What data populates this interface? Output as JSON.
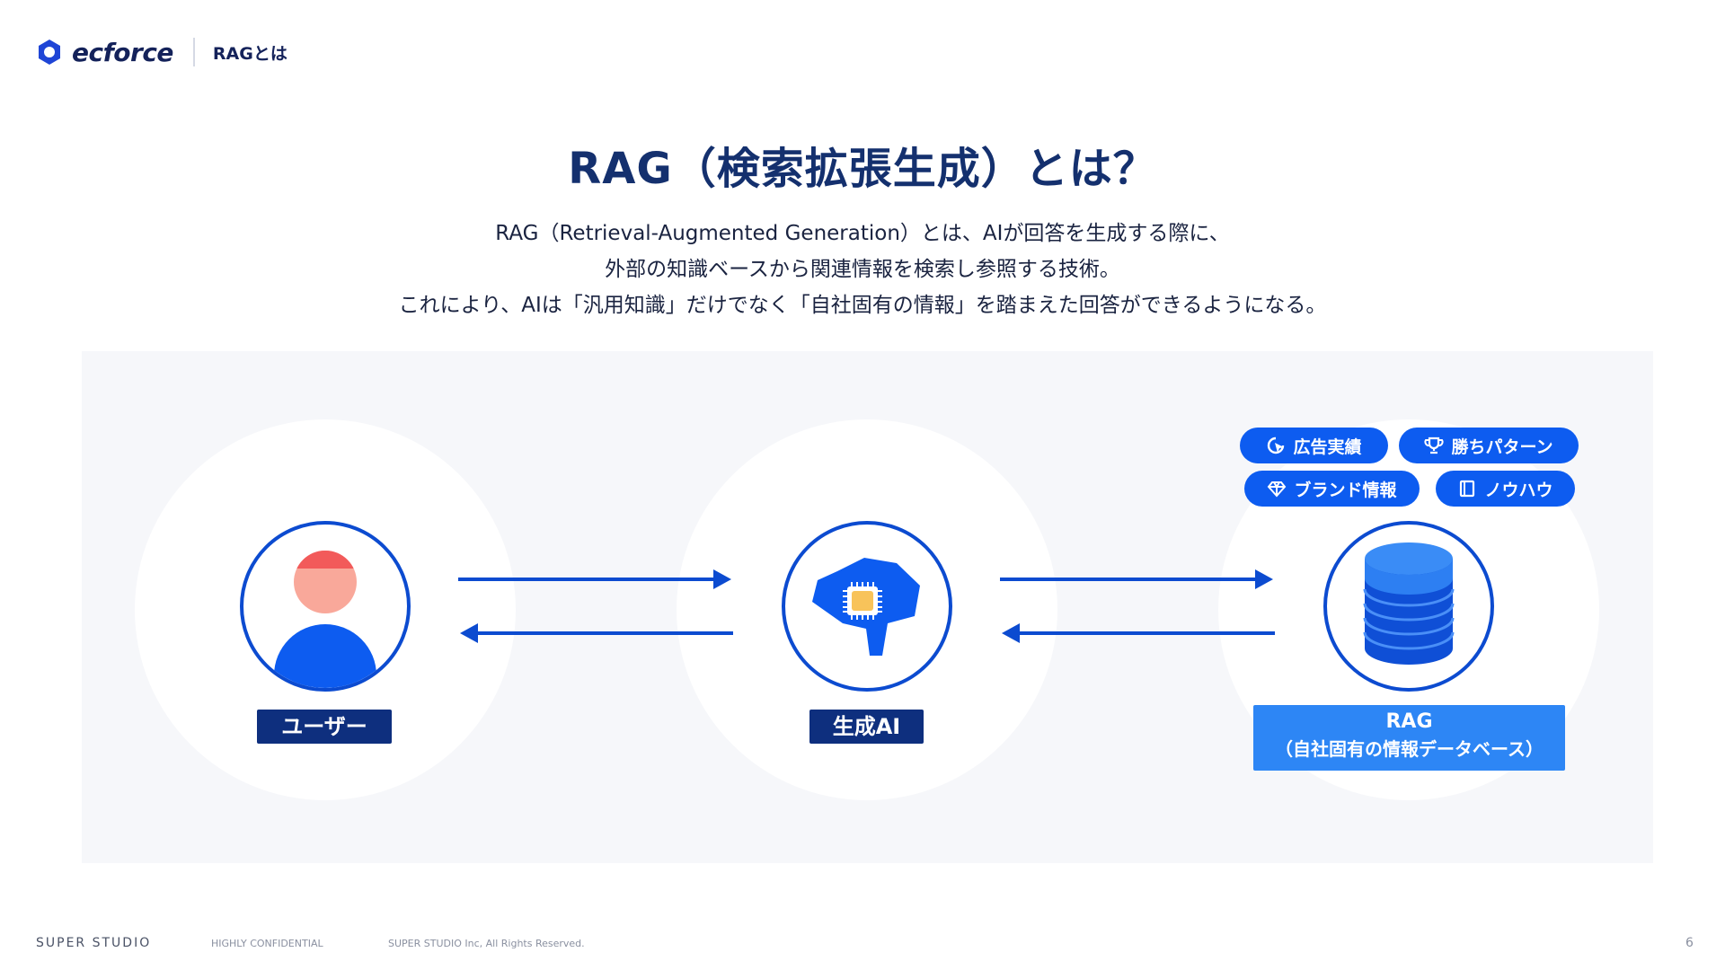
{
  "header": {
    "logo_text": "ecforce",
    "section": "RAGとは"
  },
  "title": "RAG（検索拡張生成）とは？",
  "description": [
    "RAG（Retrieval-Augmented Generation）とは、AIが回答を生成する際に、",
    "外部の知識ベースから関連情報を検索し参照する技術。",
    "これにより、AIは「汎用知識」だけでなく「自社固有の情報」を踏まえた回答ができるようになる。"
  ],
  "diagram": {
    "nodes": [
      {
        "label": "ユーザー",
        "icon": "user-icon"
      },
      {
        "label": "生成AI",
        "icon": "ai-brain-chip-icon"
      },
      {
        "label_line1": "RAG",
        "label_line2": "（自社固有の情報データベース）",
        "icon": "database-icon"
      }
    ],
    "tags": [
      {
        "label": "広告実績",
        "icon": "cursor-click-icon"
      },
      {
        "label": "勝ちパターン",
        "icon": "trophy-icon"
      },
      {
        "label": "ブランド情報",
        "icon": "diamond-icon"
      },
      {
        "label": "ノウハウ",
        "icon": "book-icon"
      }
    ],
    "colors": {
      "primary": "#0c4bd0",
      "dark_label": "#0e2f7e",
      "rag_label": "#2d86f5",
      "panel_bg": "#f6f7fa"
    }
  },
  "footer": {
    "brand": "SUPER STUDIO",
    "confidential": "HIGHLY CONFIDENTIAL",
    "copyright": "SUPER STUDIO Inc, All Rights Reserved.",
    "page": "6"
  }
}
